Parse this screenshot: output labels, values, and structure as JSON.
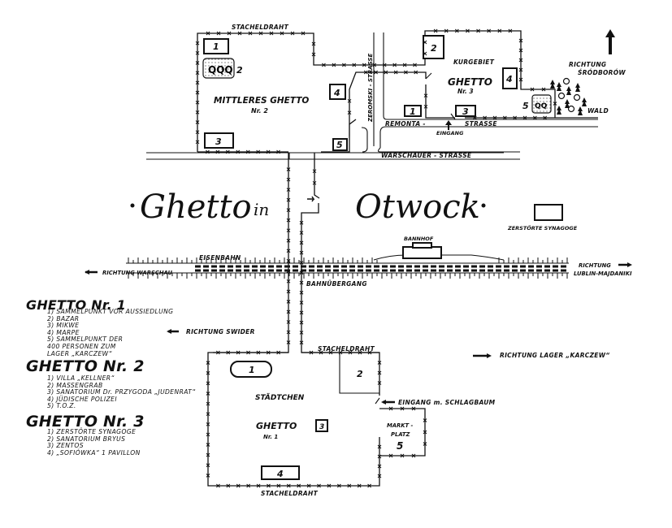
{
  "map": {
    "title_part1": "Ghetto",
    "title_in": "in",
    "title_part2": "Otwock",
    "north_direction": "Richtung Śródborów"
  },
  "labels": {
    "stacheldraht": "STACHELDRAHT",
    "mittleres_ghetto": "MITTLERES GHETTO",
    "mittleres_ghetto_nr": "Nr. 2",
    "kurgebiet": "KURGEBIET",
    "ghetto3": "GHETTO",
    "ghetto3_nr": "Nr. 3",
    "zeromski_strasse": "ZEROMSKI - STRASSE",
    "remonta": "REMONTA -",
    "strasse": "STRASSE",
    "eingang": "EINGANG",
    "warschauer_strasse": "WARSCHAUER - STRASSE",
    "richtung": "RICHTUNG",
    "srodborow": "ŚRÓDBORÓW",
    "wald": "WALD",
    "zerstorte_synagoge": "ZERSTÖRTE SYNAGOGE",
    "bannhof": "BANNHOF",
    "eisenbahn": "EISENBAHN",
    "richtung_warschau": "RICHTUNG WARSCHAU",
    "bahnubergang": "BAHNÜBERGANG",
    "richtung_right": "RICHTUNG",
    "lublin_majdaniki": "LUBLIN-MAJDANIKI",
    "richtung_swider": "RICHTUNG SWIDER",
    "richtung_lager_karczew": "RICHTUNG LAGER „KARCZEW“",
    "stacheldraht_ghetto1_top": "STACHELDRAHT",
    "stacheldraht_ghetto1_bottom": "STACHELDRAHT",
    "stadtchen": "STÄDTCHEN",
    "ghetto1": "GHETTO",
    "ghetto1_nr": "Nr. 1",
    "eingang_schlagbaum": "EINGANG m. SCHLAGBAUM",
    "marktplatz_1": "MARKT -",
    "marktplatz_2": "PLATZ",
    "marktplatz_num": "5"
  },
  "markers": {
    "g2": [
      "1",
      "2",
      "3",
      "4",
      "5"
    ],
    "g3": [
      "1",
      "2",
      "3",
      "4",
      "5"
    ],
    "g1": [
      "1",
      "2",
      "3",
      "4"
    ]
  },
  "legend": [
    {
      "heading": "GHETTO Nr. 1",
      "items": [
        "1)  SAMMELPUNKT VOR AUSSIEDLUNG",
        "2)  BAZAR",
        "3)  MIKWE",
        "4)  MARPE",
        "5)  SAMMELPUNKT DER",
        "      400 PERSONEN ZUM",
        "      LAGER „KARCZEW“"
      ]
    },
    {
      "heading": "GHETTO Nr. 2",
      "items": [
        "1)  VILLA „KELLNER“",
        "2)  MASSENGRAB",
        "3)  SANATORIUM Dr. PRZYGODA „JUDENRAT“",
        "4)  JÜDISCHE POLIZEI",
        "5)  T.O.Z."
      ]
    },
    {
      "heading": "GHETTO Nr. 3",
      "items": [
        "1)  ZERSTÖRTE SYNAGOGE",
        "2)  SANATORIUM BRYUS",
        "3)  ZENTOS",
        "4)  „SOFIÓWKA“ 1 PAVILLON"
      ]
    }
  ]
}
